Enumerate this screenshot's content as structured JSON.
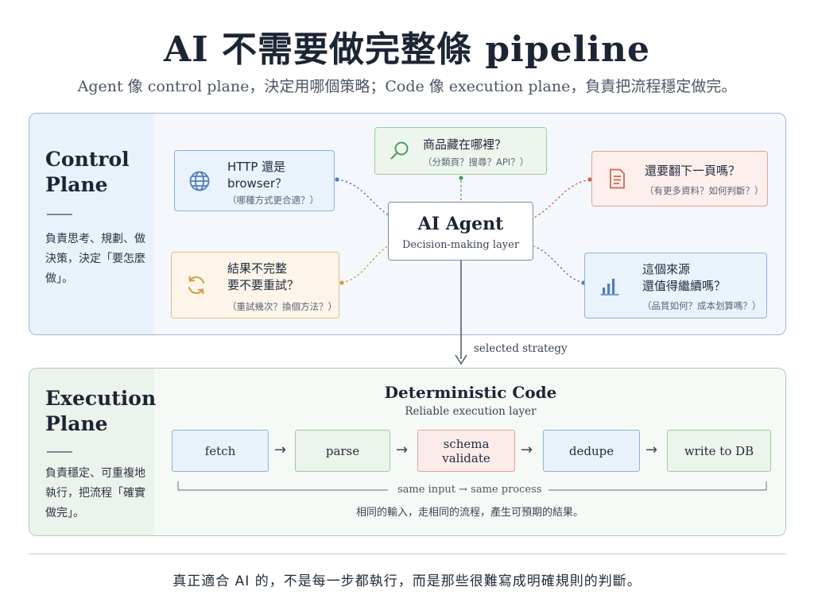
{
  "header": {
    "title": "AI 不需要做完整條 pipeline",
    "subtitle": "Agent 像 control plane，決定用哪個策略；Code 像 execution plane，負責把流程穩定做完。"
  },
  "control_plane": {
    "title": "Control\nPlane",
    "description": "負責思考、規劃、做決策，決定「要怎麼做」。",
    "agent": {
      "title": "AI Agent",
      "subtitle": "Decision-making layer"
    },
    "questions": [
      {
        "title": "HTTP 還是\nbrowser？",
        "sub": "（哪種方式更合適？）",
        "icon": "globe-icon",
        "color": "#4f7fb8"
      },
      {
        "title": "商品藏在哪裡？",
        "sub": "（分類頁？搜尋？API？）",
        "icon": "search-icon",
        "color": "#4f9a5a"
      },
      {
        "title": "還要翻下一頁嗎？",
        "sub": "（有更多資料？如何判斷？）",
        "icon": "document-icon",
        "color": "#d0664f"
      },
      {
        "title": "結果不完整\n要不要重試？",
        "sub": "（重試幾次？換個方法？）",
        "icon": "refresh-icon",
        "color": "#d49a3e"
      },
      {
        "title": "這個來源\n還值得繼續嗎？",
        "sub": "（品質如何？成本划算嗎？）",
        "icon": "bar-chart-icon",
        "color": "#4f7fb8"
      }
    ]
  },
  "flow_label": "selected strategy",
  "execution_plane": {
    "title": "Execution\nPlane",
    "description": "負責穩定、可重複地執行，把流程「確實做完」。",
    "code_title": "Deterministic Code",
    "code_subtitle": "Reliable execution layer",
    "steps": [
      {
        "label": "fetch"
      },
      {
        "label": "parse"
      },
      {
        "label": "schema\nvalidate"
      },
      {
        "label": "dedupe"
      },
      {
        "label": "write to DB"
      }
    ],
    "same_label": "same input → same process",
    "same_desc": "相同的輸入，走相同的流程，產生可預期的結果。"
  },
  "footer": "真正適合 AI 的，不是每一步都執行，而是那些很難寫成明確規則的判斷。"
}
